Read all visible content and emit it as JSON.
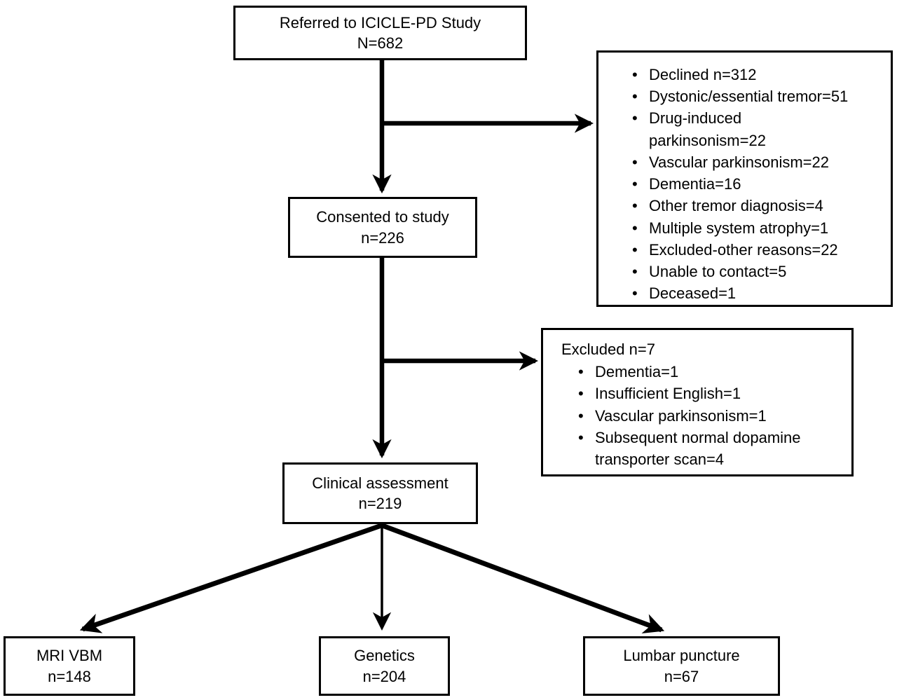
{
  "diagram": {
    "nodes": {
      "referred": {
        "line1": "Referred to ICICLE-PD Study",
        "line2": "N=682"
      },
      "consented": {
        "line1": "Consented to study",
        "line2": "n=226"
      },
      "clinical": {
        "line1": "Clinical assessment",
        "line2": "n=219"
      },
      "mri": {
        "line1": "MRI VBM",
        "line2": "n=148"
      },
      "genetics": {
        "line1": "Genetics",
        "line2": "n=204"
      },
      "lumbar": {
        "line1": "Lumbar puncture",
        "line2": "n=67"
      },
      "not_consented": {
        "items": [
          "Declined n=312",
          "Dystonic/essential tremor=51",
          "Drug-induced\nparkinsonism=22",
          "Vascular parkinsonism=22",
          "Dementia=16",
          "Other tremor diagnosis=4",
          "Multiple system atrophy=1",
          "Excluded-other reasons=22",
          "Unable to contact=5",
          "Deceased=1"
        ]
      },
      "excluded": {
        "heading": "Excluded n=7",
        "items": [
          "Dementia=1",
          "Insufficient English=1",
          "Vascular parkinsonism=1",
          "Subsequent normal dopamine\ntransporter scan=4"
        ]
      }
    },
    "colors": {
      "line": "#000000",
      "box_background": "#ffffff",
      "text": "#000000"
    }
  }
}
